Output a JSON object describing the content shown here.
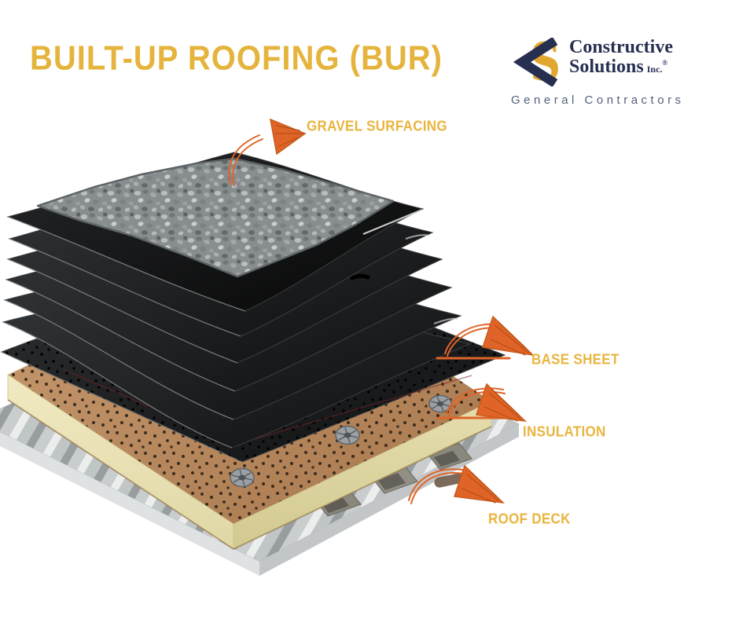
{
  "title": {
    "text": "BUILT-UP ROOFING (BUR)"
  },
  "logo": {
    "monogram_letter": "S",
    "name_line1": "Constructive",
    "name_line2": "Solutions",
    "suffix": "Inc.",
    "registered_mark": "®",
    "tagline": "General Contractors"
  },
  "labels": {
    "gravel": "GRAVEL SURFACING",
    "base": "BASE SHEET",
    "insulation": "INSULATION",
    "deck": "ROOF DECK"
  },
  "layers": [
    {
      "name": "gravel-surfacing"
    },
    {
      "name": "ply-membrane-sheets",
      "count": 6
    },
    {
      "name": "base-sheet"
    },
    {
      "name": "insulation"
    },
    {
      "name": "roof-deck"
    }
  ],
  "colors": {
    "title_gold": "#E5B43C",
    "label_gold": "#E9B53E",
    "arrow_orange": "#E06427",
    "logo_navy": "#272F51",
    "logo_gold": "#E2A72E",
    "tagline_gray": "#51617E",
    "background": "#FFFFFF"
  }
}
